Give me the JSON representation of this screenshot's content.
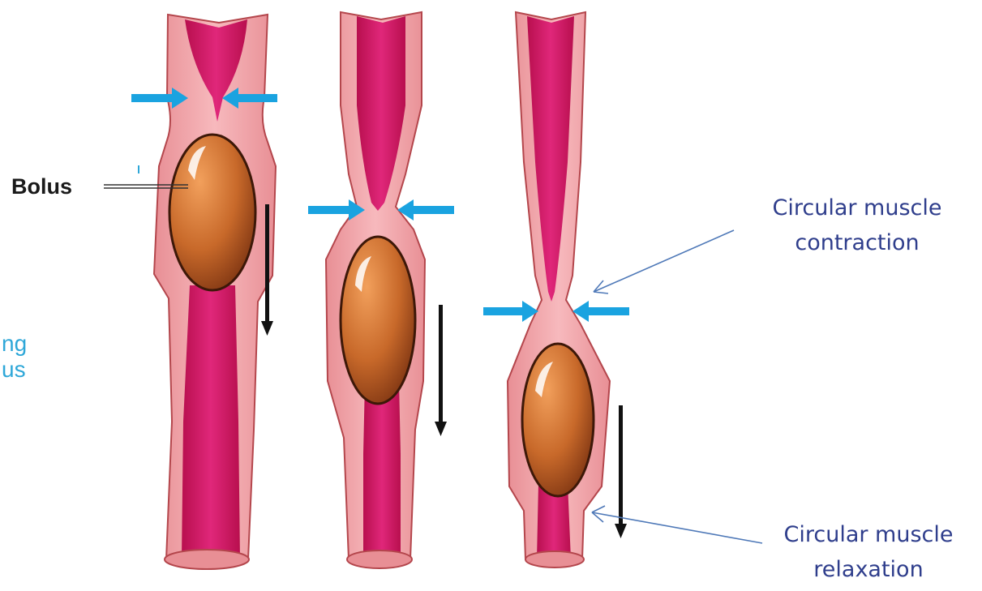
{
  "labels": {
    "bolus": "Bolus",
    "contraction_line1": "Circular muscle",
    "contraction_line2": "contraction",
    "relaxation_line1": "Circular muscle",
    "relaxation_line2": "relaxation",
    "cut_text_line1": "ng",
    "cut_text_line2": "us"
  },
  "colors": {
    "outer_wall": "#f2a3a8",
    "wall_outline": "#b4464c",
    "lumen": "#d6195f",
    "bolus": "#c8692a",
    "bolus_outline": "#3d1808",
    "squeeze_arrow": "#1aa3e0",
    "motion_arrow": "#111111",
    "callout_line": "#4f79b8",
    "side_label": "#2f3e8c",
    "bolus_label": "#1a1a1a"
  },
  "stages": [
    {
      "name": "stage-1"
    },
    {
      "name": "stage-2"
    },
    {
      "name": "stage-3"
    }
  ]
}
